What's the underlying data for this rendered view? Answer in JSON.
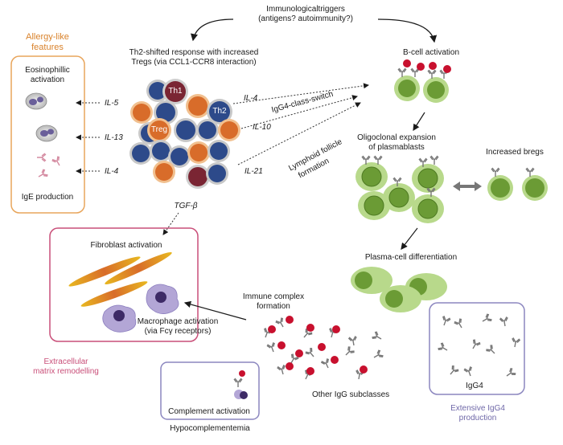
{
  "colors": {
    "orange_box": "#e8a55b",
    "orange_text": "#d9822b",
    "pink_box": "#c94f79",
    "pink_text": "#c94f79",
    "purple_box": "#8b86bf",
    "purple_text": "#6f68a8",
    "green_light": "#b8d98b",
    "green_dark": "#6b9b35",
    "red_dot": "#c8102e",
    "navy_cell": "#2d4a8a",
    "orange_cell": "#d86c2a",
    "maroon_cell": "#7a2533"
  },
  "triggers": {
    "line1": "Immunologicaltriggers",
    "line2": "(antigens? autoimmunity?)"
  },
  "th2": {
    "line1": "Th2-shifted response with increased",
    "line2": "Tregs (via CCL1-CCR8 interaction)"
  },
  "cells": {
    "th1": "Th1",
    "th2": "Th2",
    "treg": "Treg"
  },
  "tgf": "TGF-β",
  "allergy": {
    "title_line1": "Allergy-like",
    "title_line2": "features",
    "eos_line1": "Eosinophillic",
    "eos_line2": "activation",
    "ige": "IgE production"
  },
  "cytokines_left": [
    "IL-5",
    "IL-13",
    "IL-4"
  ],
  "cytokines_right": [
    "IL-4",
    "IL-10",
    "IL-21"
  ],
  "arrow_labels": {
    "igg4_switch": "IgG4-class-switch",
    "lymphoid_line1": "Lymphoid follicle",
    "lymphoid_line2": "formation"
  },
  "bcell": "B-cell activation",
  "oligo": {
    "line1": "Oligoclonal expansion",
    "line2": "of plasmablasts"
  },
  "bregs": "Increased bregs",
  "plasma": "Plasma-cell differentiation",
  "fibroblast": "Fibroblast activation",
  "macrophage": {
    "line1": "Macrophage activation",
    "line2": "(via Fcγ receptors)"
  },
  "ecm": {
    "line1": "Extracellular",
    "line2": "matrix remodelling"
  },
  "immune_complex": {
    "line1": "Immune complex",
    "line2": "formation"
  },
  "other_igg": "Other IgG subclasses",
  "complement": "Complement activation",
  "hypocomp": "Hypocomplementemia",
  "igg4": "IgG4",
  "extensive": {
    "line1": "Extensive IgG4",
    "line2": "production"
  }
}
